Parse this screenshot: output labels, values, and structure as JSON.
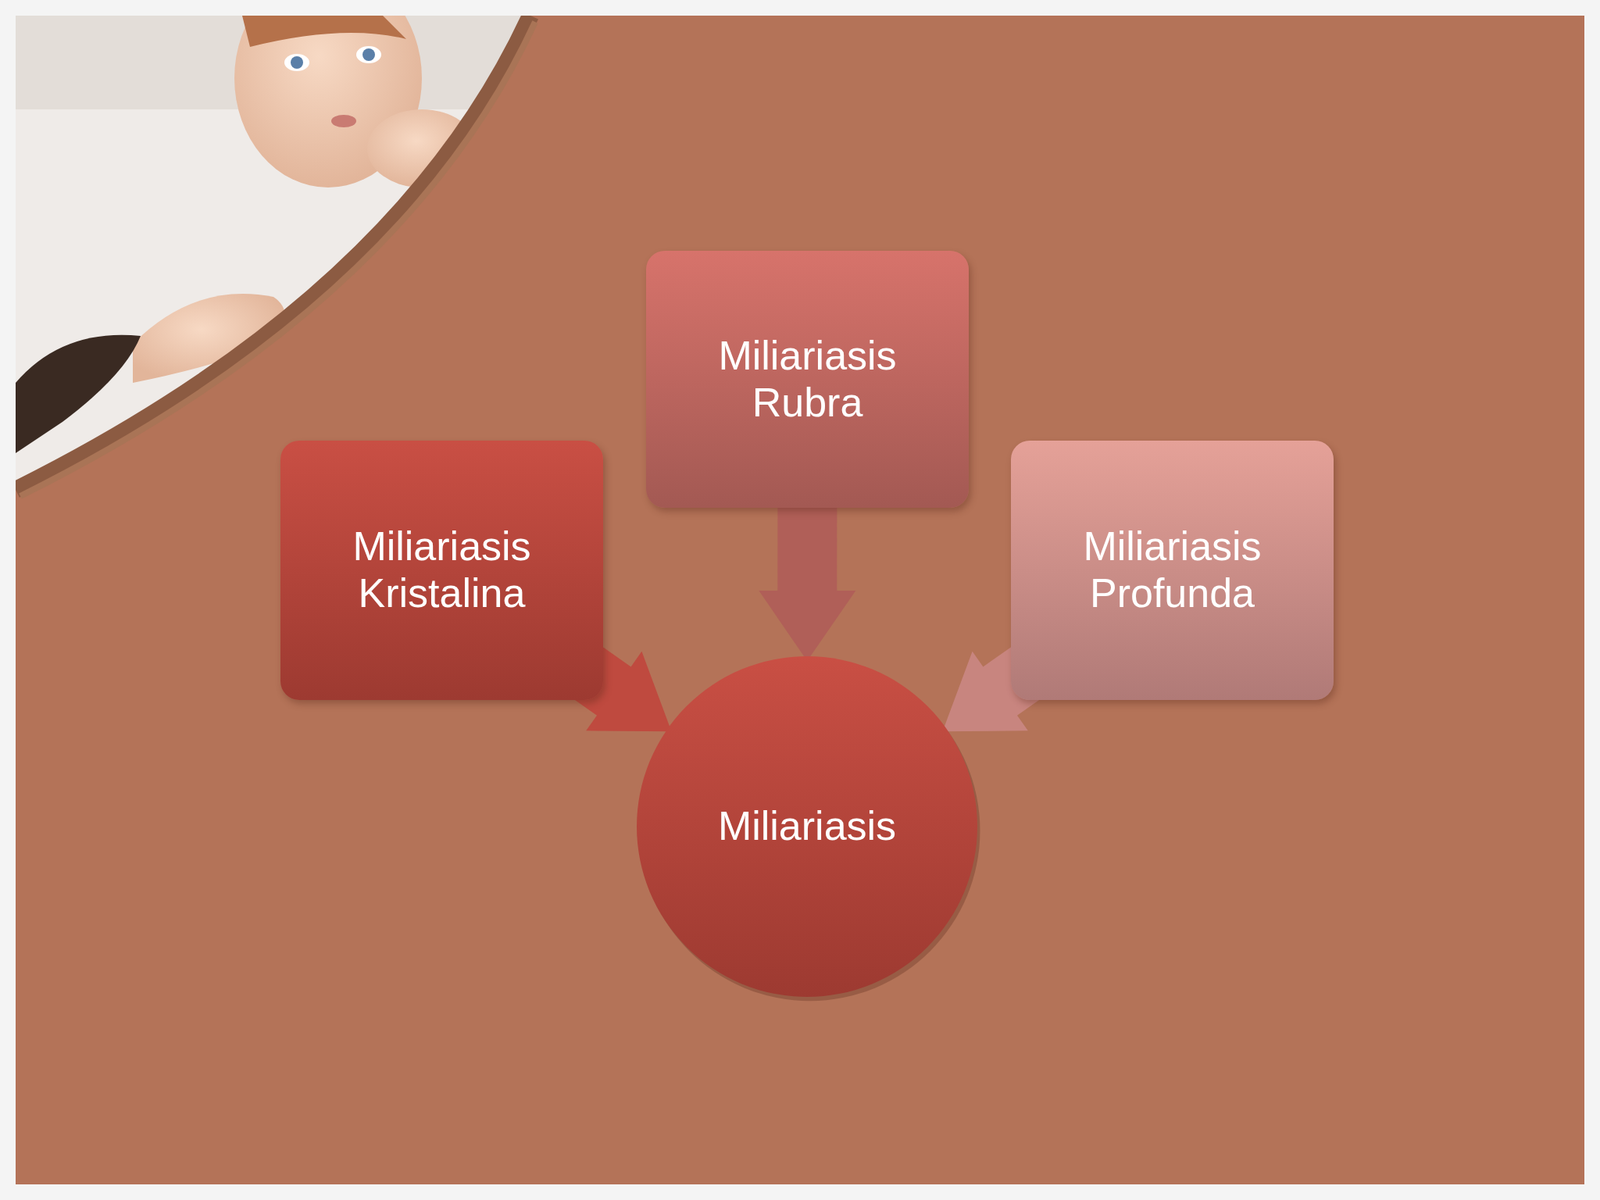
{
  "diagram": {
    "nodes": [
      {
        "text": [
          "Miliariasis Rubra"
        ]
      },
      {
        "text": [
          "Miliariasis Kristalina"
        ]
      },
      {
        "text": [
          "Miliariasis Profunda"
        ]
      },
      {
        "text": [
          "Miliariasis"
        ]
      }
    ],
    "edges": [
      {
        "from": 0,
        "to": 3,
        "arrow": "to"
      },
      {
        "from": 1,
        "to": 3,
        "arrow": "to"
      },
      {
        "from": 2,
        "to": 3,
        "arrow": "to"
      }
    ]
  }
}
